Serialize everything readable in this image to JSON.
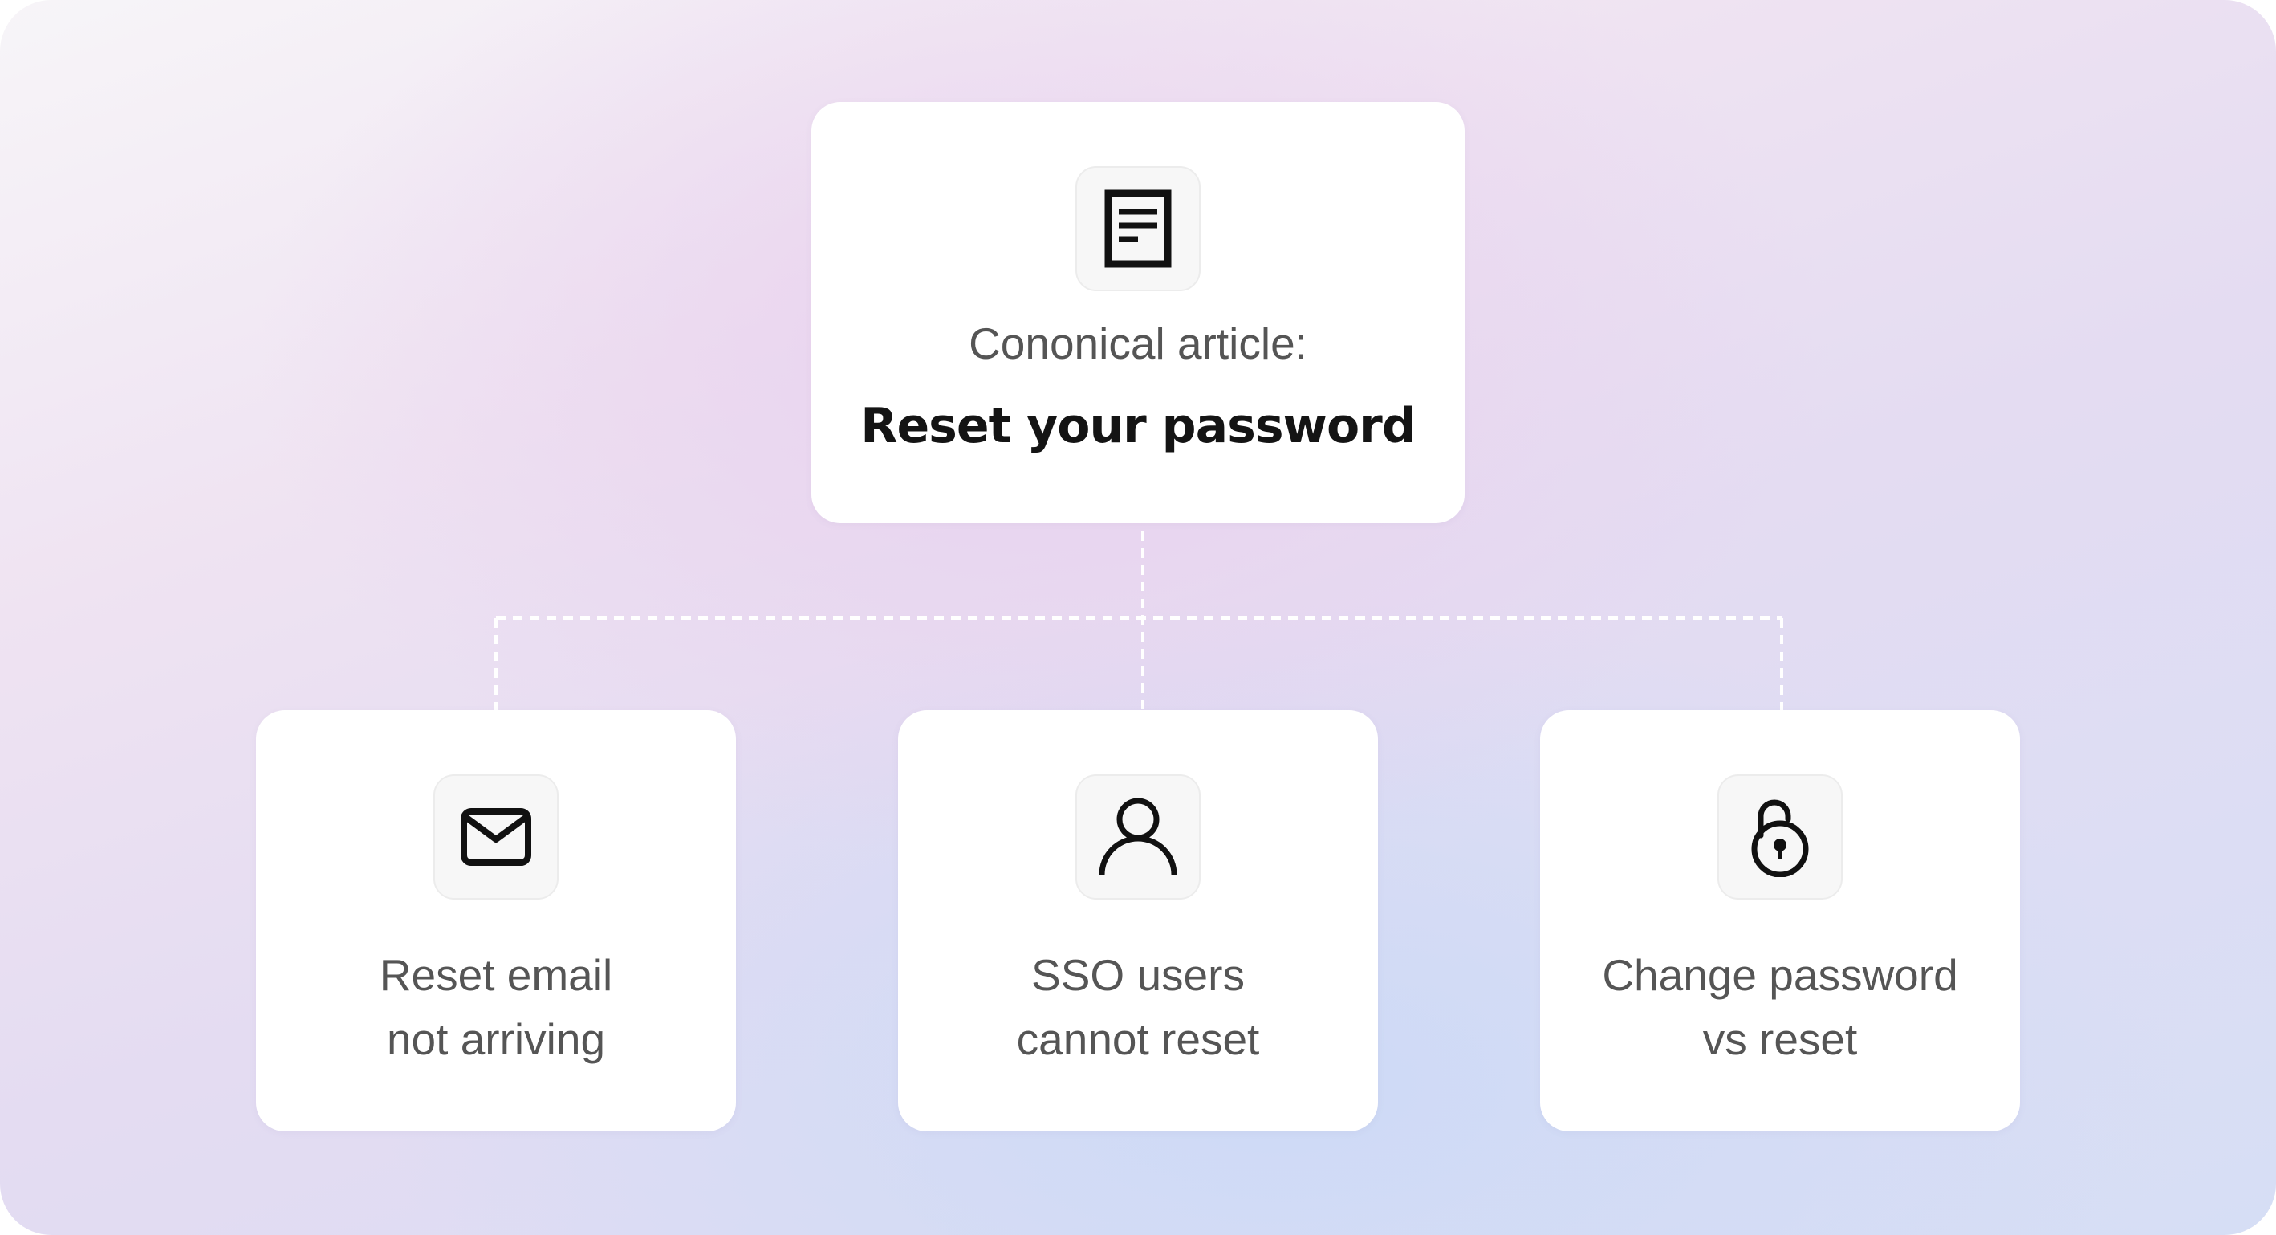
{
  "diagram": {
    "root": {
      "icon": "document-icon",
      "subtitle": "Cononical article:",
      "title": "Reset your password"
    },
    "children": [
      {
        "icon": "mail-icon",
        "line1": "Reset email",
        "line2": "not arriving"
      },
      {
        "icon": "user-icon",
        "line1": "SSO users",
        "line2": "cannot reset"
      },
      {
        "icon": "unlock-icon",
        "line1": "Change password",
        "line2": "vs reset"
      }
    ],
    "colors": {
      "card": "#ffffff",
      "connector": "#ffffff",
      "icon_stroke": "#111111",
      "subtitle_text": "#555555",
      "title_text": "#141414"
    }
  }
}
